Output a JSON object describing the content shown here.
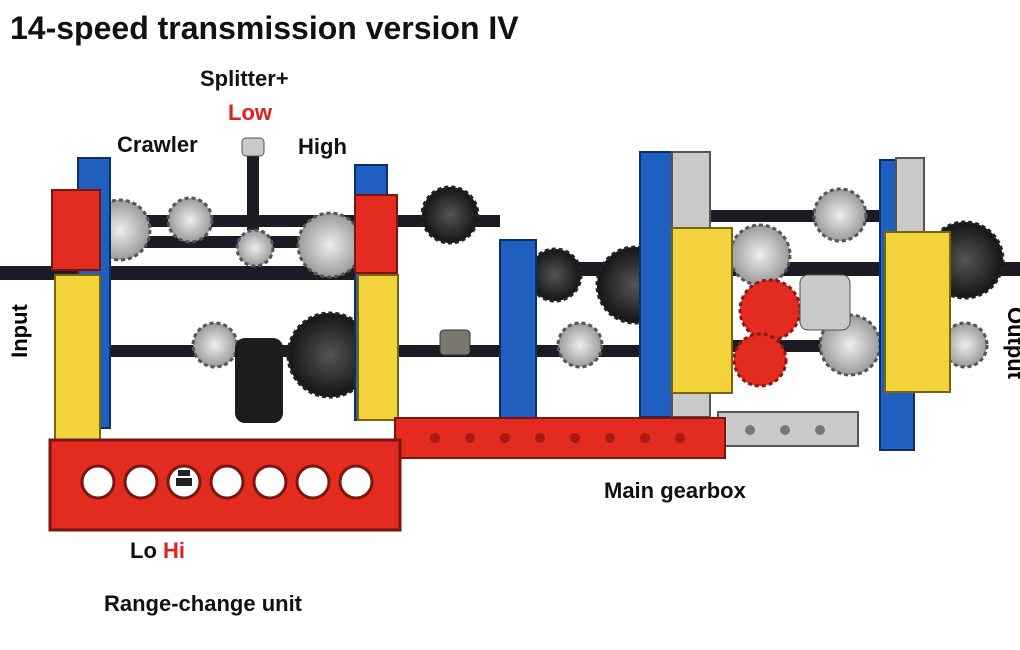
{
  "title": "14-speed transmission version IV",
  "labels": {
    "splitter": "Splitter+",
    "low": "Low",
    "crawler": "Crawler",
    "high": "High",
    "input": "Input",
    "output": "Output",
    "main_gearbox": "Main gearbox",
    "lo": "Lo",
    "hi": "Hi",
    "range_change_unit": "Range-change unit"
  },
  "colors": {
    "red": "#e32b1f",
    "yellow": "#f2d33b",
    "blue": "#1f5fbf",
    "light_gray": "#c9c9c9",
    "dark_gray": "#2b2b2b",
    "axle": "#1b1b24"
  }
}
